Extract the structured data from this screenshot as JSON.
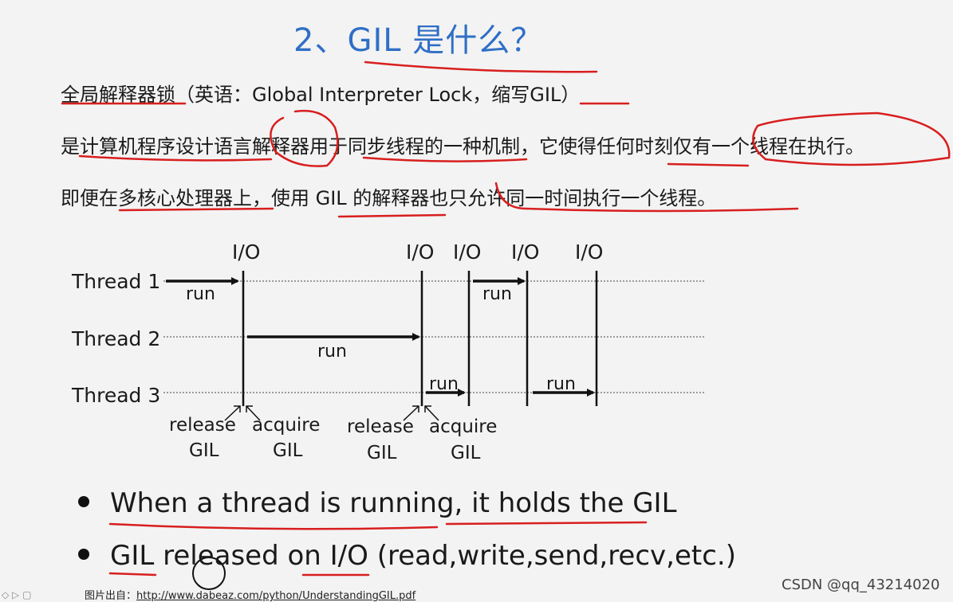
{
  "title": "2、GIL 是什么？",
  "paragraphs": [
    "全局解释器锁（英语：Global Interpreter Lock，缩写GIL）",
    "是计算机程序设计语言解释器用于同步线程的一种机制，它使得任何时刻仅有一个线程在执行。",
    "即便在多核心处理器上，使用 GIL 的解释器也只允许同一时间执行一个线程。"
  ],
  "diagram": {
    "threads": [
      "Thread 1",
      "Thread 2",
      "Thread 3"
    ],
    "io_label": "I/O",
    "run_label": "run",
    "release_label": "release",
    "acquire_label": "acquire",
    "gil_label": "GIL"
  },
  "bullets": [
    "When a thread is running, it holds the GIL",
    "GIL released on I/O (read,write,send,recv,etc.)"
  ],
  "source": {
    "prefix": "图片出自：",
    "url": "http://www.dabeaz.com/python/UnderstandingGIL.pdf"
  },
  "watermark": "CSDN @qq_43214020",
  "colors": {
    "title": "#2f6fc6",
    "annotation": "#d81e1e"
  }
}
